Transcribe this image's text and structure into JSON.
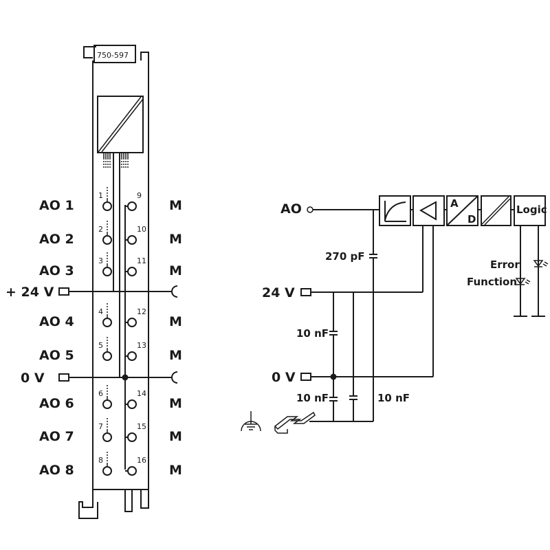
{
  "module": {
    "part_number": "750-597"
  },
  "left_labels": [
    "AO 1",
    "AO 2",
    "AO 3",
    "AO 4",
    "AO 5",
    "AO 6",
    "AO 7",
    "AO 8"
  ],
  "right_labels": [
    "M",
    "M",
    "M",
    "M",
    "M",
    "M",
    "M",
    "M"
  ],
  "left_numbers": [
    "1",
    "2",
    "3",
    "4",
    "5",
    "6",
    "7",
    "8"
  ],
  "right_numbers": [
    "9",
    "10",
    "11",
    "12",
    "13",
    "14",
    "15",
    "16"
  ],
  "supply": {
    "plus24": "+ 24 V",
    "zero": "0 V"
  },
  "schematic": {
    "ao": "AO",
    "v24": "24 V",
    "v0": "0 V",
    "cap_270": "270 pF",
    "cap_10a": "10 nF",
    "cap_10b": "10 nF",
    "cap_10c": "10 nF",
    "block_a": "A",
    "block_d": "D",
    "logic": "Logic",
    "error": "Error",
    "function": "Function"
  }
}
